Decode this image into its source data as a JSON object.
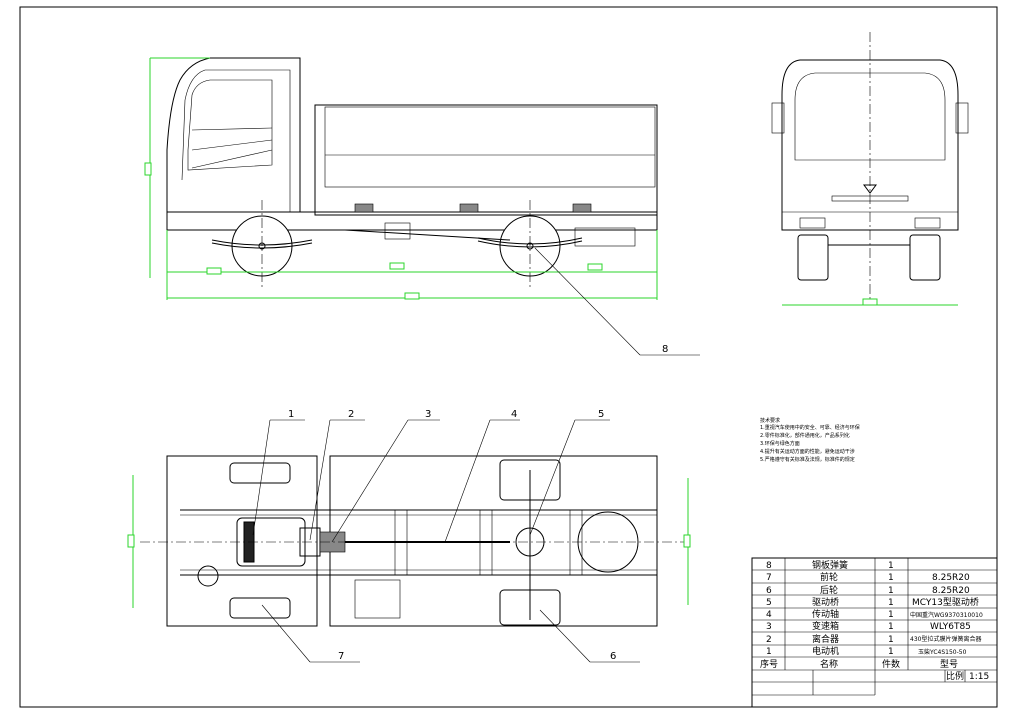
{
  "callouts": [
    "1",
    "2",
    "3",
    "4",
    "5",
    "6",
    "7",
    "8"
  ],
  "tech_notes": {
    "title": "技术要求",
    "lines": [
      "1.重视汽车使用中的安全、可靠、经济与环保",
      "2.零件标准化，部件通用化，产品系列化",
      "3.环保与绿色方面",
      "4.提升有关运动方面的性能，避免运动干涉",
      "5.严格遵守有关标准及法规，标准件的规定"
    ]
  },
  "parts_table": {
    "rows": [
      {
        "no": "8",
        "name": "钢板弹簧",
        "qty": "1",
        "model": ""
      },
      {
        "no": "7",
        "name": "前轮",
        "qty": "1",
        "model": "8.25R20"
      },
      {
        "no": "6",
        "name": "后轮",
        "qty": "1",
        "model": "8.25R20"
      },
      {
        "no": "5",
        "name": "驱动桥",
        "qty": "1",
        "model": "MCY13型驱动桥"
      },
      {
        "no": "4",
        "name": "传动轴",
        "qty": "1",
        "model": "中国重汽WG9370310010"
      },
      {
        "no": "3",
        "name": "变速箱",
        "qty": "1",
        "model": "WLY6T85"
      },
      {
        "no": "2",
        "name": "离合器",
        "qty": "1",
        "model": "430型拉式膜片弹簧离合器"
      },
      {
        "no": "1",
        "name": "电动机",
        "qty": "1",
        "model": "玉柴YC4S150-50"
      }
    ],
    "header": {
      "no": "序号",
      "name": "名称",
      "qty": "件数",
      "model": "型号"
    },
    "scale_label": "比例",
    "scale_value": "1:15"
  },
  "icons": {
    "front_emblem": "triangle-emblem-icon"
  }
}
